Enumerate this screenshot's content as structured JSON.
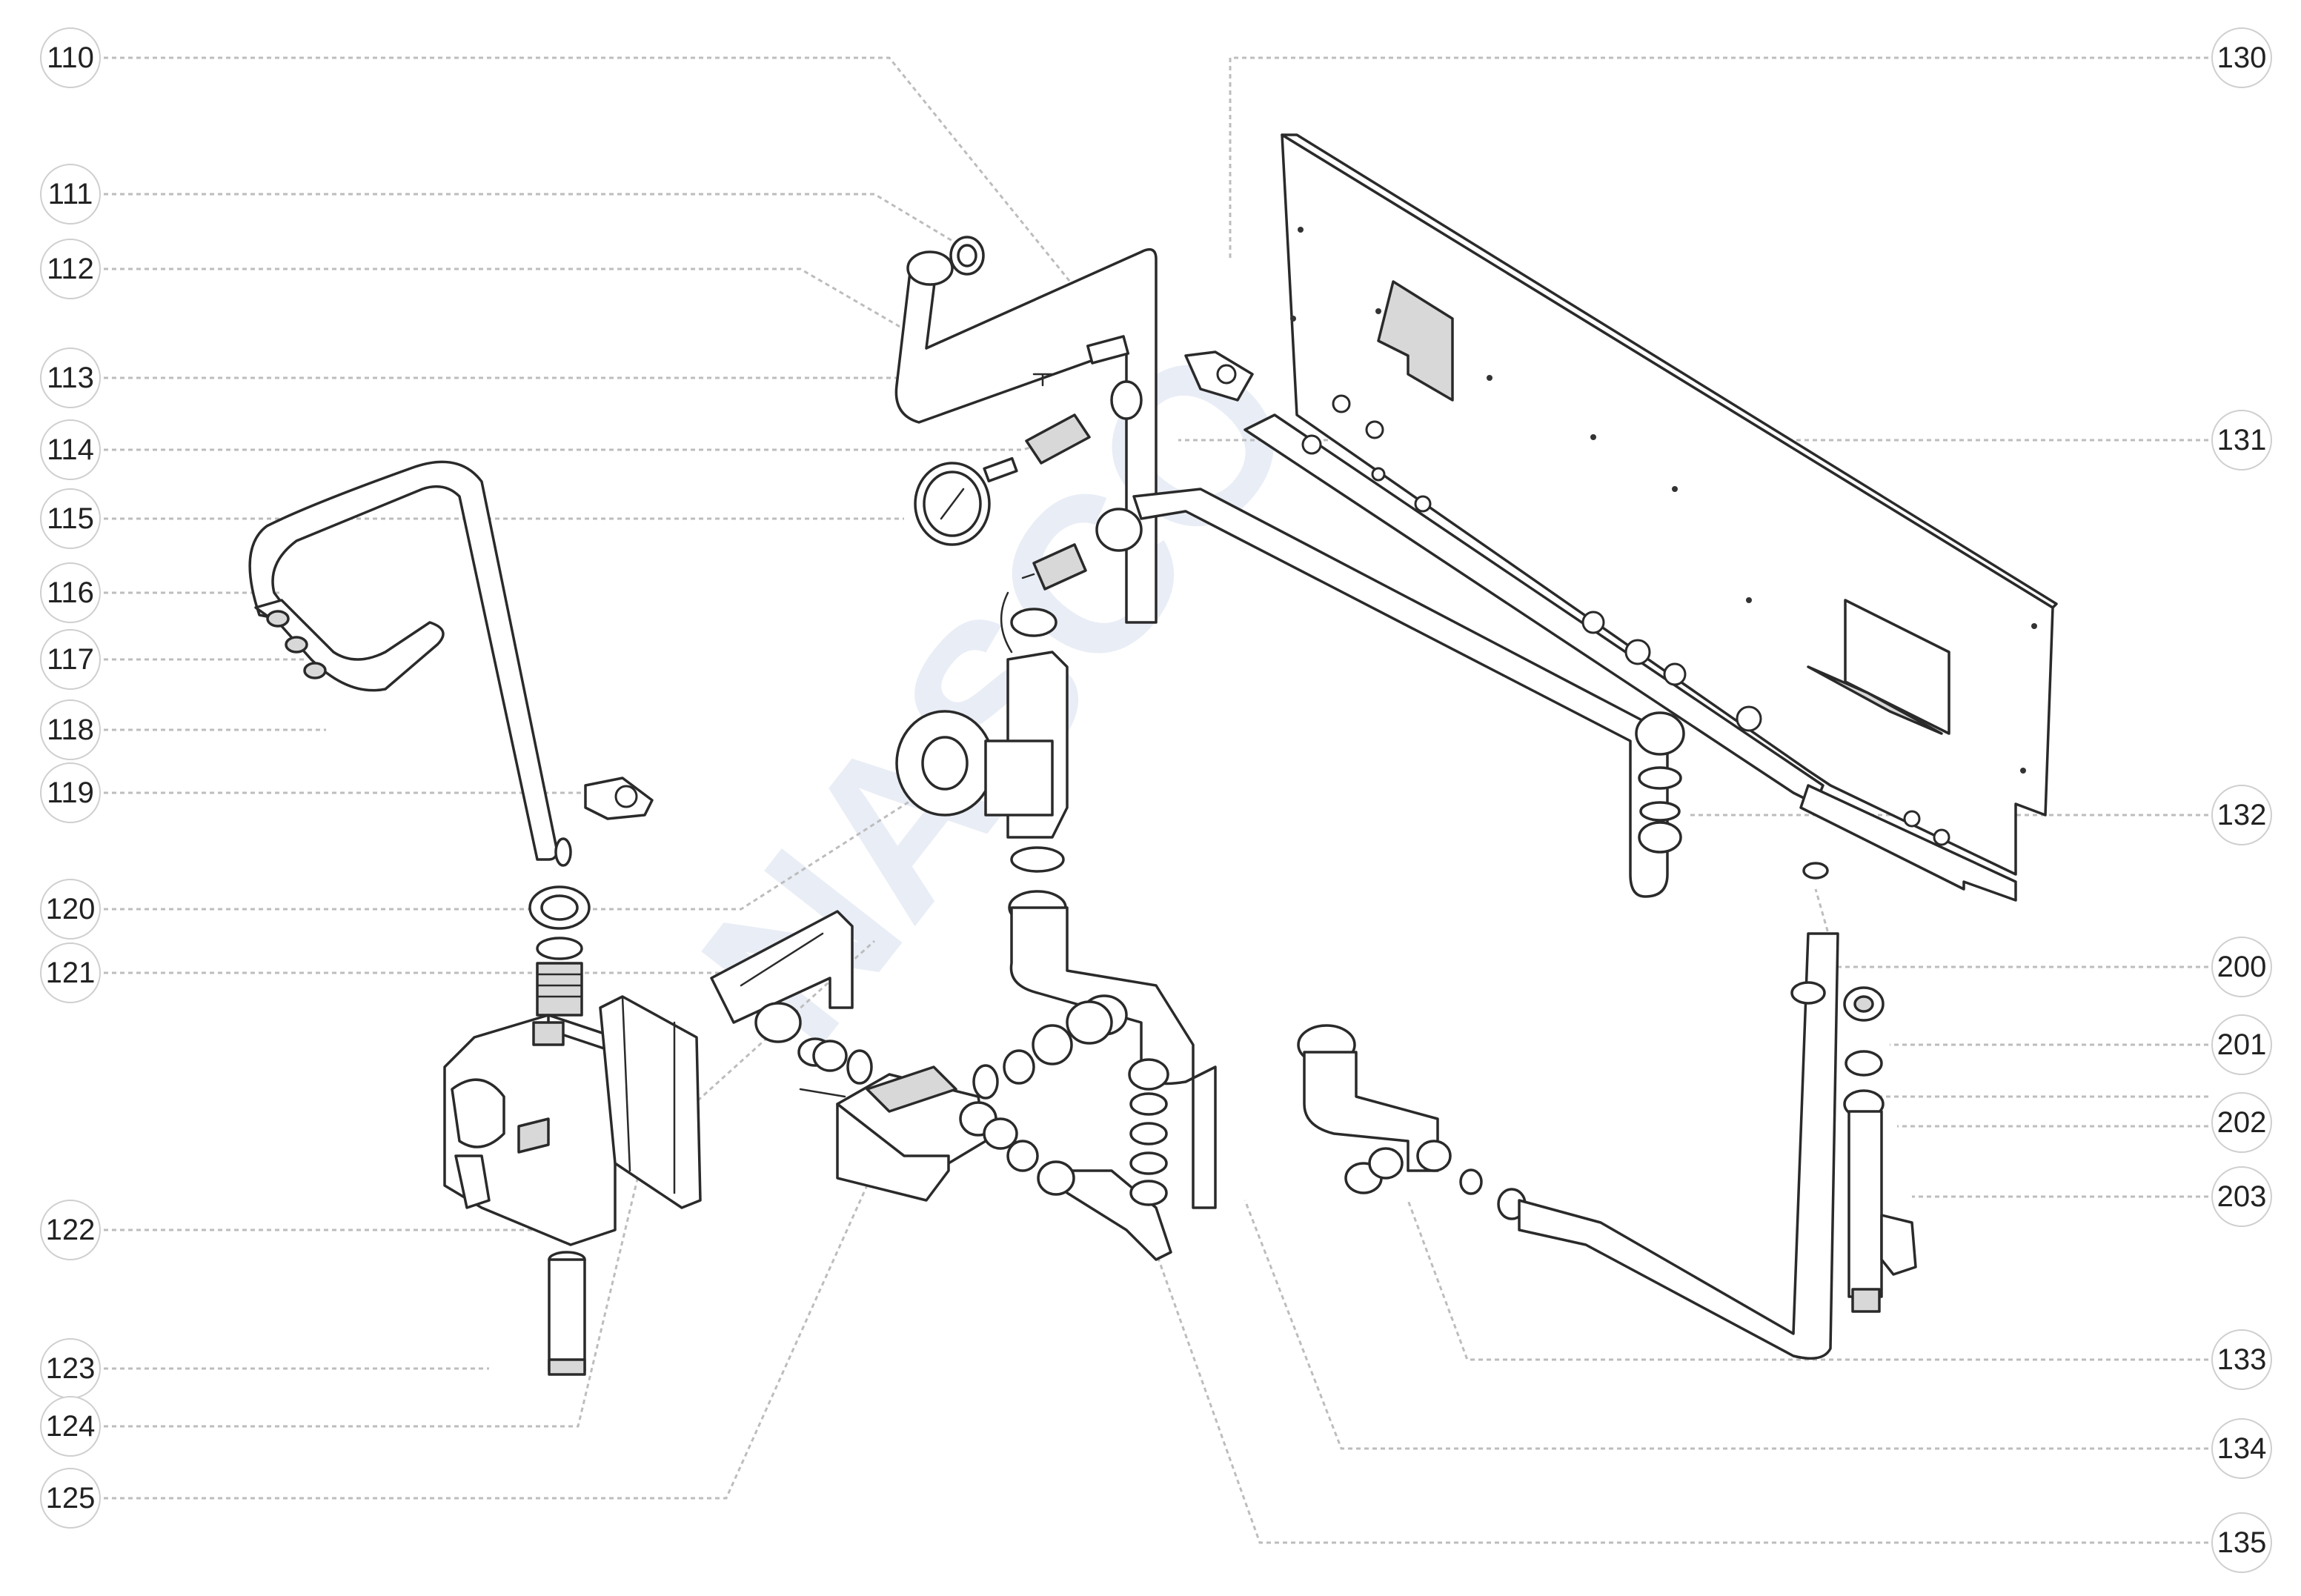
{
  "callouts": {
    "left": [
      "110",
      "111",
      "112",
      "113",
      "114",
      "115",
      "116",
      "117",
      "118",
      "119",
      "120",
      "121",
      "122",
      "123",
      "124",
      "125"
    ],
    "right": [
      "130",
      "131",
      "132",
      "200",
      "201",
      "202",
      "203",
      "133",
      "134",
      "135"
    ]
  },
  "watermark": "NASCO"
}
